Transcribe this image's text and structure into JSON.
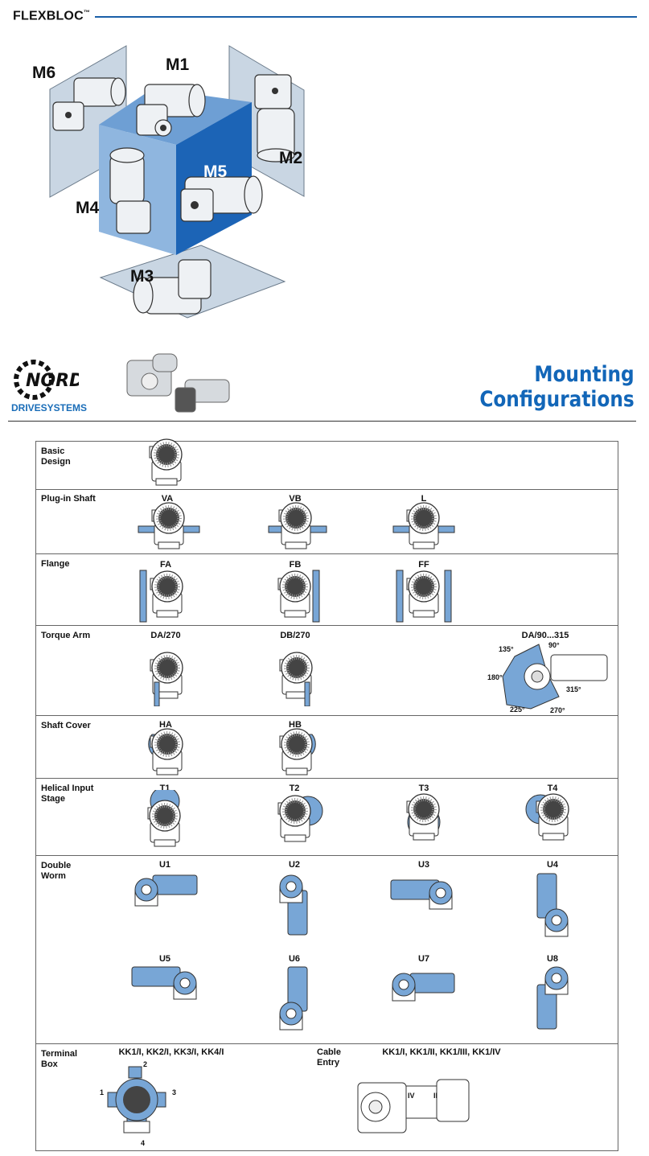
{
  "header": {
    "brand": "FLEXBLOC",
    "tm": "™"
  },
  "positions": {
    "m1": "M1",
    "m2": "M2",
    "m3": "M3",
    "m4": "M4",
    "m5": "M5",
    "m6": "M6"
  },
  "logo": {
    "name": "NORD",
    "sub": "DRIVESYSTEMS"
  },
  "title": {
    "line1": "Mounting",
    "line2": "Configurations"
  },
  "colors": {
    "accent": "#1266b8",
    "cube": "#1c64b6",
    "cubeLight": "#8fb6df",
    "part": "#78a6d6"
  },
  "rows": {
    "basic": {
      "label1": "Basic",
      "label2": "Design"
    },
    "plugin": {
      "label": "Plug-in Shaft",
      "items": [
        "VA",
        "VB",
        "L"
      ]
    },
    "flange": {
      "label": "Flange",
      "items": [
        "FA",
        "FB",
        "FF"
      ]
    },
    "torque": {
      "label": "Torque Arm",
      "items": [
        "DA/270",
        "DB/270",
        "DA/90...315"
      ],
      "angles": [
        "135°",
        "90°",
        "180°",
        "315°",
        "225°",
        "270°"
      ]
    },
    "cover": {
      "label": "Shaft Cover",
      "items": [
        "HA",
        "HB"
      ]
    },
    "helical": {
      "label1": "Helical Input",
      "label2": "Stage",
      "items": [
        "T1",
        "T2",
        "T3",
        "T4"
      ]
    },
    "worm": {
      "label1": "Double",
      "label2": "Worm",
      "items": [
        "U1",
        "U2",
        "U3",
        "U4",
        "U5",
        "U6",
        "U7",
        "U8"
      ]
    },
    "terminal": {
      "label1": "Terminal",
      "label2": "Box",
      "variants": "KK1/I,  KK2/I,  KK3/I,   KK4/I",
      "nums": [
        "1",
        "2",
        "3",
        "4"
      ],
      "cable1": "Cable",
      "cable2": "Entry",
      "cableVariants": "KK1/I,  KK1/II,  KK1/III,   KK1/IV",
      "roman": [
        "IV",
        "II"
      ]
    }
  }
}
